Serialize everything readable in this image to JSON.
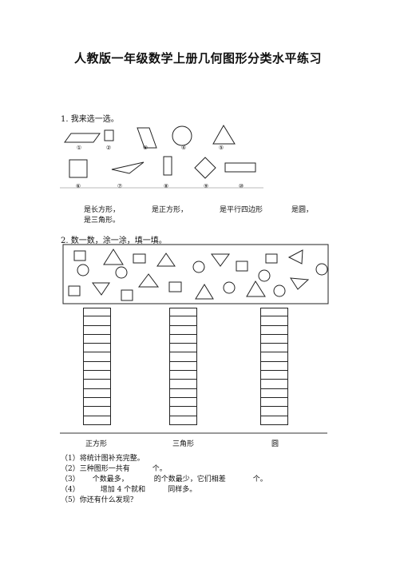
{
  "title": "人教版一年级数学上册几何图形分类水平练习",
  "q1": {
    "heading": "1. 我来选一选。",
    "labels": [
      "①",
      "②",
      "③",
      "④",
      "⑤",
      "⑥",
      "⑦",
      "⑧",
      "⑨",
      "⑩"
    ],
    "line1": [
      "是长方形，",
      "是正方形，",
      "是平行四边形",
      "是圆，"
    ],
    "line2": "是三角形。"
  },
  "q2": {
    "heading": "2. 数一数，涂一涂，填一填。",
    "columns": [
      "正方形",
      "三角形",
      "圆"
    ],
    "rows": 13,
    "questions": [
      {
        "num": "（1）",
        "text": "将统计图补充完整。"
      },
      {
        "num": "（2）",
        "text": "三种图形一共有",
        "tail": "个。"
      },
      {
        "num": "（3）",
        "text": "个数最多，",
        "mid": "的个数最少，它们相差",
        "tail": "个。"
      },
      {
        "num": "（4）",
        "text": "增加 4 个就和",
        "tail": "同样多。"
      },
      {
        "num": "（5）",
        "text": "你还有什么发现？"
      }
    ]
  }
}
